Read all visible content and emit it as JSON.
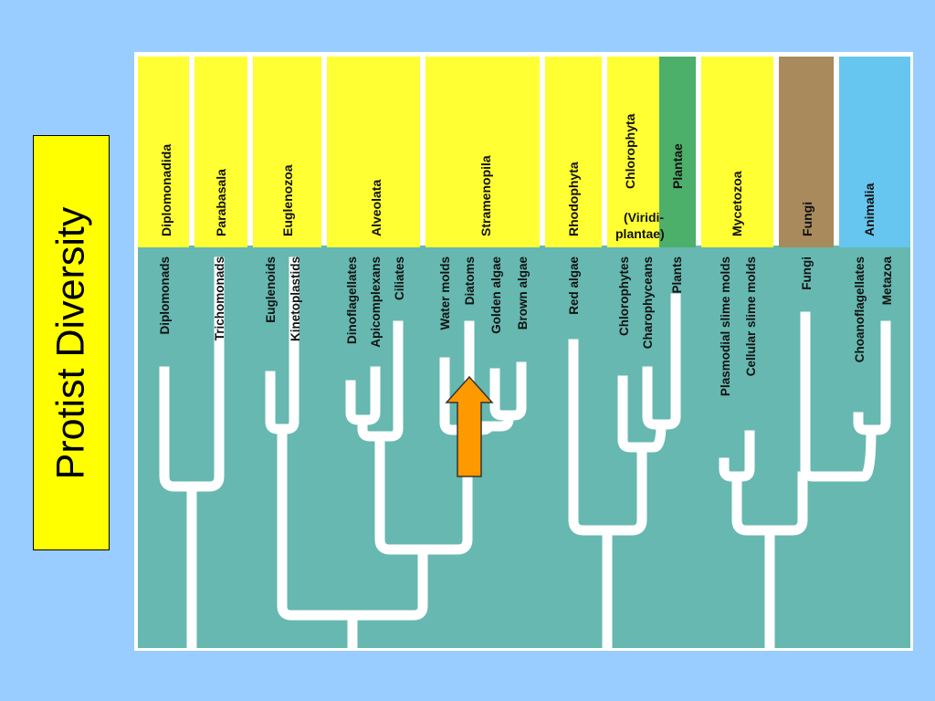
{
  "title": "Protist Diversity",
  "colors": {
    "background": "#99ccff",
    "title_box": "#ffff00",
    "tree_area": "#66b8b0",
    "header_yellow": "#ffff33",
    "plantae_green": "#4caf6a",
    "fungi_brown": "#a88a5c",
    "animalia_blue": "#66c6ef",
    "branch": "#ffffff",
    "arrow": "#ff9900"
  },
  "groups": [
    {
      "id": "diplomonadida",
      "label": "Diplomonadida",
      "color": "yellow"
    },
    {
      "id": "parabasala",
      "label": "Parabasala",
      "color": "yellow"
    },
    {
      "id": "euglenozoa",
      "label": "Euglenozoa",
      "color": "yellow"
    },
    {
      "id": "alveolata",
      "label": "Alveolata",
      "color": "yellow"
    },
    {
      "id": "stramenopila",
      "label": "Stramenopila",
      "color": "yellow"
    },
    {
      "id": "rhodophyta",
      "label": "Rhodophyta",
      "color": "yellow"
    },
    {
      "id": "chlorophyta",
      "label": "Chlorophyta",
      "label2": "(Viridi-",
      "label3": "plantae)",
      "color": "yellow"
    },
    {
      "id": "plantae",
      "label": "Plantae",
      "color": "green"
    },
    {
      "id": "mycetozoa",
      "label": "Mycetozoa",
      "color": "yellow"
    },
    {
      "id": "fungi",
      "label": "Fungi",
      "color": "brown"
    },
    {
      "id": "animalia",
      "label": "Animalia",
      "color": "blue"
    }
  ],
  "taxa": [
    {
      "id": "diplomonads",
      "label": "Diplomonads"
    },
    {
      "id": "trichomonads",
      "label": "Trichomonads"
    },
    {
      "id": "euglenoids",
      "label": "Euglenoids"
    },
    {
      "id": "kinetoplastids",
      "label": "Kinetoplastids"
    },
    {
      "id": "dinoflagellates",
      "label": "Dinoflagellates"
    },
    {
      "id": "apicomplexans",
      "label": "Apicomplexans"
    },
    {
      "id": "ciliates",
      "label": "Ciliates"
    },
    {
      "id": "water-molds",
      "label": "Water molds"
    },
    {
      "id": "diatoms",
      "label": "Diatoms"
    },
    {
      "id": "golden-algae",
      "label": "Golden algae"
    },
    {
      "id": "brown-algae",
      "label": "Brown algae"
    },
    {
      "id": "red-algae",
      "label": "Red algae"
    },
    {
      "id": "chlorophytes",
      "label": "Chlorophytes"
    },
    {
      "id": "charophyceans",
      "label": "Charophyceans"
    },
    {
      "id": "plants",
      "label": "Plants"
    },
    {
      "id": "plasmodial-slime-molds",
      "label": "Plasmodial slime molds"
    },
    {
      "id": "cellular-slime-molds",
      "label": "Cellular slime molds"
    },
    {
      "id": "fungi-taxon",
      "label": "Fungi"
    },
    {
      "id": "choanoflagellates",
      "label": "Choanoflagellates"
    },
    {
      "id": "metazoa",
      "label": "Metazoa"
    }
  ],
  "highlight": {
    "target": "diatoms",
    "arrow_icon": "up-arrow-icon"
  }
}
